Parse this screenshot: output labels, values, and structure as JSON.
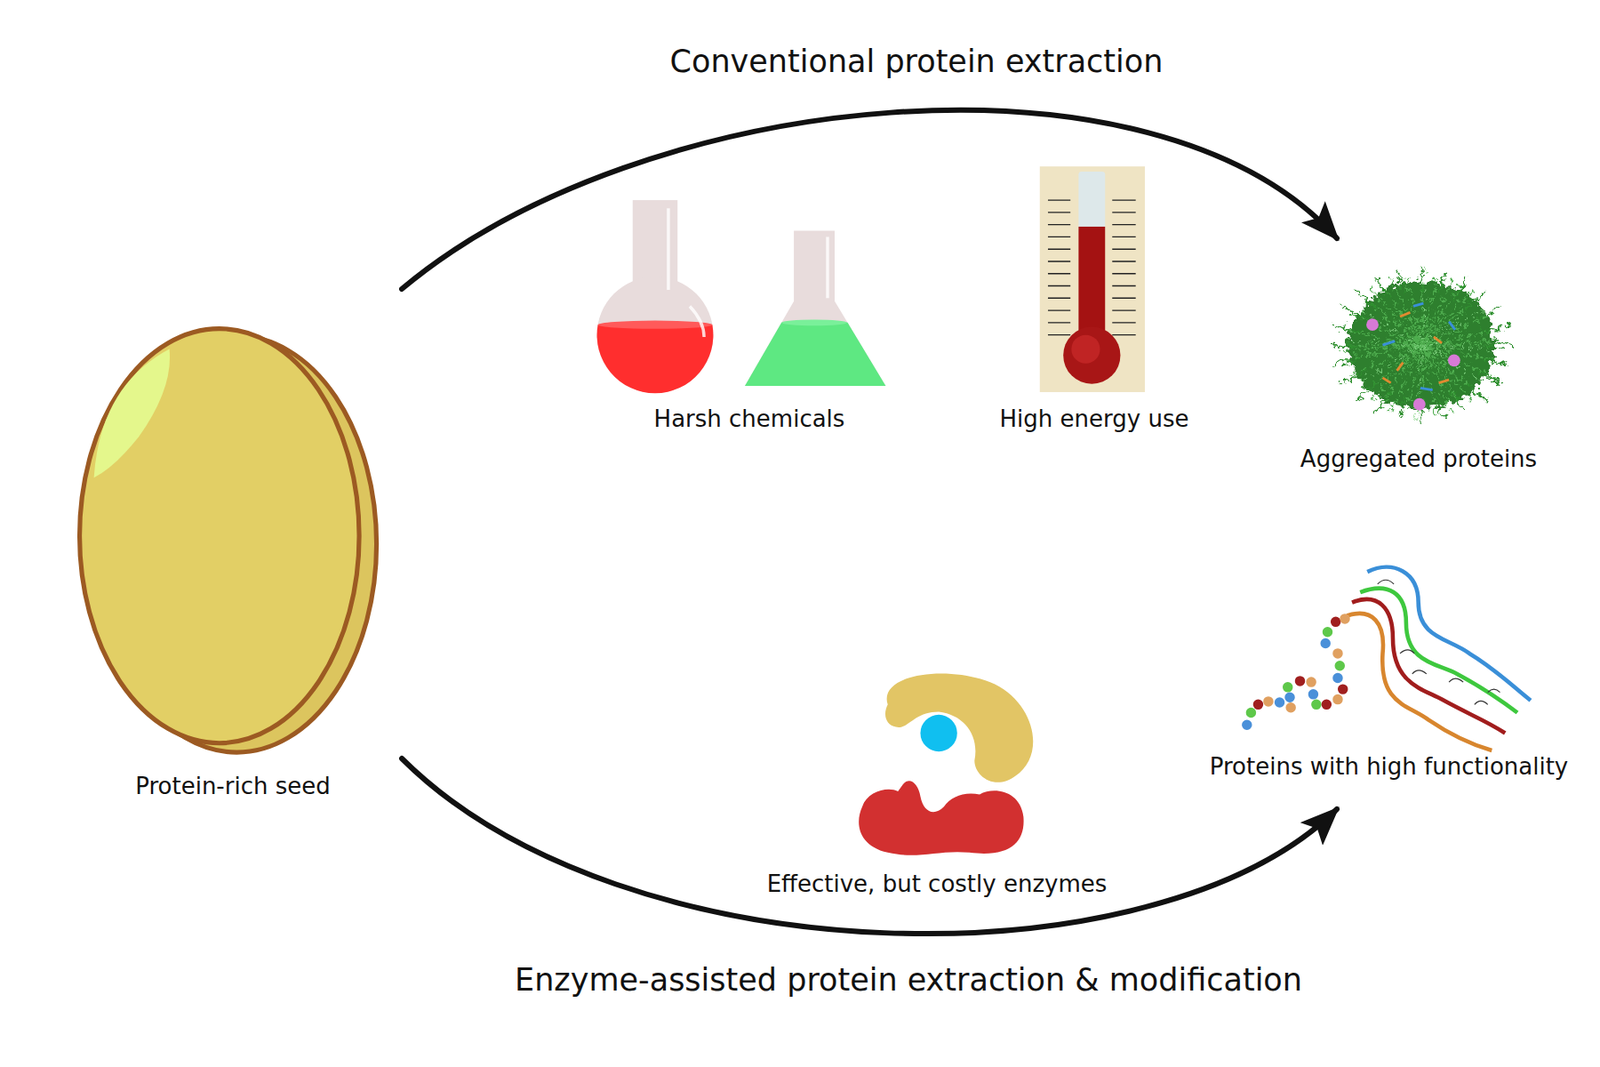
{
  "diagram": {
    "nodes": [
      {
        "text": [
          "Protein-rich seed"
        ]
      },
      {
        "text": [
          "Aggregated proteins"
        ]
      },
      {
        "text": [
          "Proteins with high functionality"
        ]
      }
    ],
    "edges": [
      {
        "from": 0,
        "to": 1,
        "arrow": "to",
        "label": "Conventional protein extraction"
      },
      {
        "from": 0,
        "to": 2,
        "arrow": "to",
        "label": "Enzyme-assisted protein extraction & modification"
      }
    ],
    "labels": [
      "Harsh chemicals",
      "High energy use",
      "Effective, but costly enzymes"
    ]
  }
}
